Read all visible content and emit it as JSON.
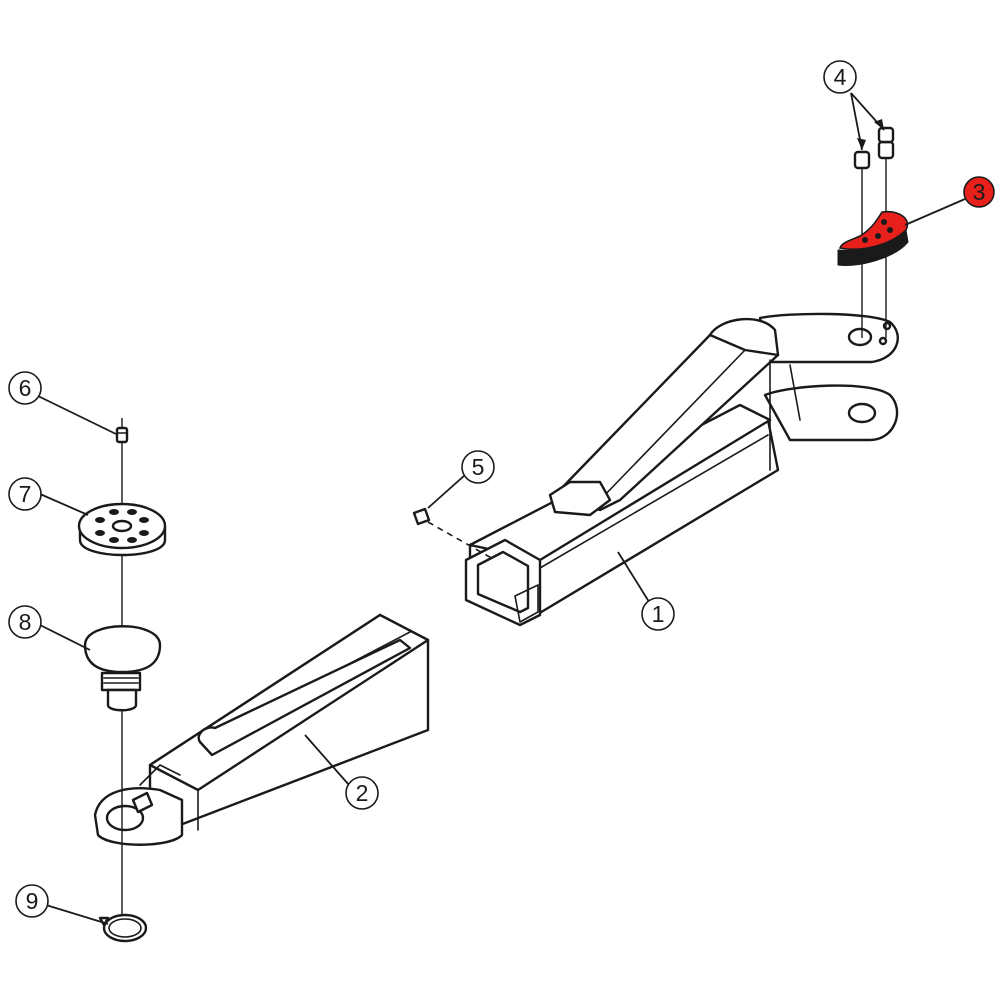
{
  "colors": {
    "line": "#1a1a1a",
    "background": "#ffffff",
    "highlight": "#e8201b"
  },
  "callouts": [
    {
      "id": "1",
      "label": "1"
    },
    {
      "id": "2",
      "label": "2"
    },
    {
      "id": "3",
      "label": "3",
      "highlighted": true
    },
    {
      "id": "4",
      "label": "4"
    },
    {
      "id": "5",
      "label": "5"
    },
    {
      "id": "6",
      "label": "6"
    },
    {
      "id": "7",
      "label": "7"
    },
    {
      "id": "8",
      "label": "8"
    },
    {
      "id": "9",
      "label": "9"
    }
  ]
}
